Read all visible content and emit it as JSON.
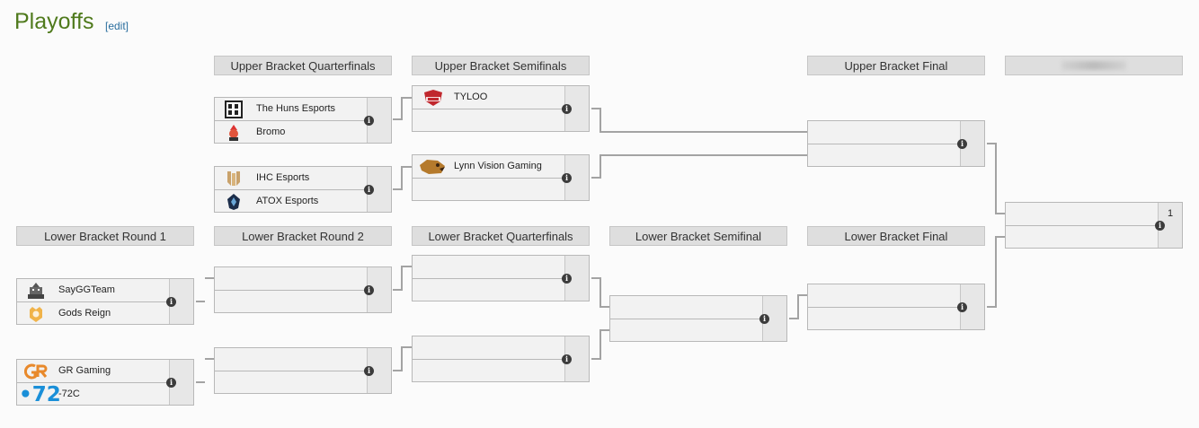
{
  "page": {
    "title": "Playoffs",
    "edit_label": "[edit]"
  },
  "headers": {
    "ub_qf": "Upper Bracket Quarterfinals",
    "ub_sf": "Upper Bracket Semifinals",
    "ub_final": "Upper Bracket Final",
    "lb_r1": "Lower Bracket Round 1",
    "lb_r2": "Lower Bracket Round 2",
    "lb_qf": "Lower Bracket Quarterfinals",
    "lb_sf": "Lower Bracket Semifinal",
    "lb_final": "Lower Bracket Final"
  },
  "matches": {
    "ubqf1": {
      "team1": "The Huns Esports",
      "team2": "Bromo"
    },
    "ubqf2": {
      "team1": "IHC Esports",
      "team2": "ATOX Esports"
    },
    "ubsf1": {
      "team1": "TYLOO",
      "team2": ""
    },
    "ubsf2": {
      "team1": "Lynn Vision Gaming",
      "team2": ""
    },
    "ubf": {
      "team1": "",
      "team2": ""
    },
    "lbr1a": {
      "team1": "SayGGTeam",
      "team2": "Gods Reign"
    },
    "lbr1b": {
      "team1": "GR Gaming",
      "team2": "-72C"
    },
    "lbr2a": {
      "team1": "",
      "team2": ""
    },
    "lbr2b": {
      "team1": "",
      "team2": ""
    },
    "lbqf1": {
      "team1": "",
      "team2": ""
    },
    "lbqf2": {
      "team1": "",
      "team2": ""
    },
    "lbsf": {
      "team1": "",
      "team2": ""
    },
    "lbf": {
      "team1": "",
      "team2": ""
    },
    "gf": {
      "team1": "",
      "team2": "",
      "score1": "1"
    }
  },
  "logos": {
    "the_huns": "huns-logo",
    "bromo": "bromo-logo",
    "ihc": "ihc-logo",
    "atox": "atox-logo",
    "tyloo": "tyloo-logo",
    "lynn_vision": "lynn-vision-logo",
    "sayggteam": "sayggteam-logo",
    "gods_reign": "gods-reign-logo",
    "gr_gaming": "gr-gaming-logo",
    "minus72c": "72c-logo",
    "minus72c_text": "•72"
  },
  "colors": {
    "title_green": "#4f7a1c",
    "link_blue": "#2a6e9e",
    "tyloo_red": "#c0272d",
    "gr_orange": "#e8892b",
    "c72_blue": "#1a8fd8"
  }
}
